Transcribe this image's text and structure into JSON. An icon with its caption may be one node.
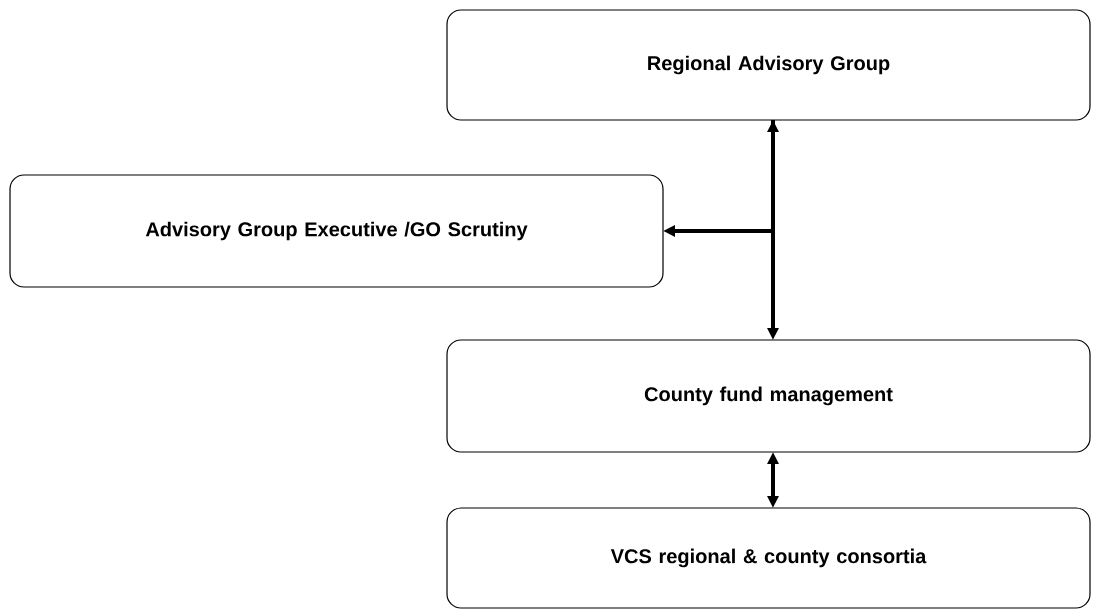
{
  "diagram": {
    "nodes": [
      {
        "text": [
          "Regional Advisory Group"
        ]
      },
      {
        "text": [
          "Advisory Group Executive /GO Scrutiny"
        ]
      },
      {
        "text": [
          "County fund management"
        ]
      },
      {
        "text": [
          "VCS regional & county consortia"
        ]
      }
    ],
    "edges": [
      {
        "from": 0,
        "to": 2,
        "arrow": "both"
      },
      {
        "from": 0,
        "to": 1,
        "arrow": "to"
      },
      {
        "from": 2,
        "to": 3,
        "arrow": "both"
      }
    ]
  }
}
